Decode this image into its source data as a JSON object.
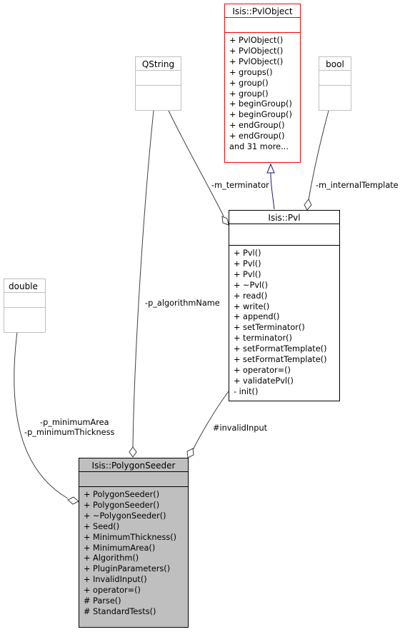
{
  "classes": {
    "pvlobject": {
      "name": "Isis::PvlObject",
      "members": [
        "+ PvlObject()",
        "+ PvlObject()",
        "+ PvlObject()",
        "+ groups()",
        "+ group()",
        "+ group()",
        "+ beginGroup()",
        "+ beginGroup()",
        "+ endGroup()",
        "+ endGroup()",
        "and 31 more..."
      ]
    },
    "qstring": {
      "name": "QString",
      "members": []
    },
    "bool": {
      "name": "bool",
      "members": []
    },
    "double": {
      "name": "double",
      "members": []
    },
    "pvl": {
      "name": "Isis::Pvl",
      "members": [
        "+ Pvl()",
        "+ Pvl()",
        "+ Pvl()",
        "+ ~Pvl()",
        "+ read()",
        "+ write()",
        "+ append()",
        "+ setTerminator()",
        "+ terminator()",
        "+ setFormatTemplate()",
        "+ setFormatTemplate()",
        "+ operator=()",
        "+ validatePvl()",
        "- init()"
      ]
    },
    "polygonseeder": {
      "name": "Isis::PolygonSeeder",
      "members": [
        "+ PolygonSeeder()",
        "+ PolygonSeeder()",
        "+ ~PolygonSeeder()",
        "+ Seed()",
        "+ MinimumThickness()",
        "+ MinimumArea()",
        "+ Algorithm()",
        "+ PluginParameters()",
        "+ InvalidInput()",
        "+ operator=()",
        "# Parse()",
        "# StandardTests()"
      ]
    }
  },
  "edges": {
    "m_terminator": "-m_terminator",
    "m_internalTemplate": "-m_internalTemplate",
    "p_algorithmName": "-p_algorithmName",
    "p_minimum_1": "-p_minimumArea",
    "p_minimum_2": "-p_minimumThickness",
    "invalidInput": "#invalidInput"
  },
  "colors": {
    "inheritance_edge": "#191970",
    "selected_class_fill": "#bfbfbf",
    "external_class_border": "#bfbfbf",
    "base_class_border": "#ff0000"
  }
}
